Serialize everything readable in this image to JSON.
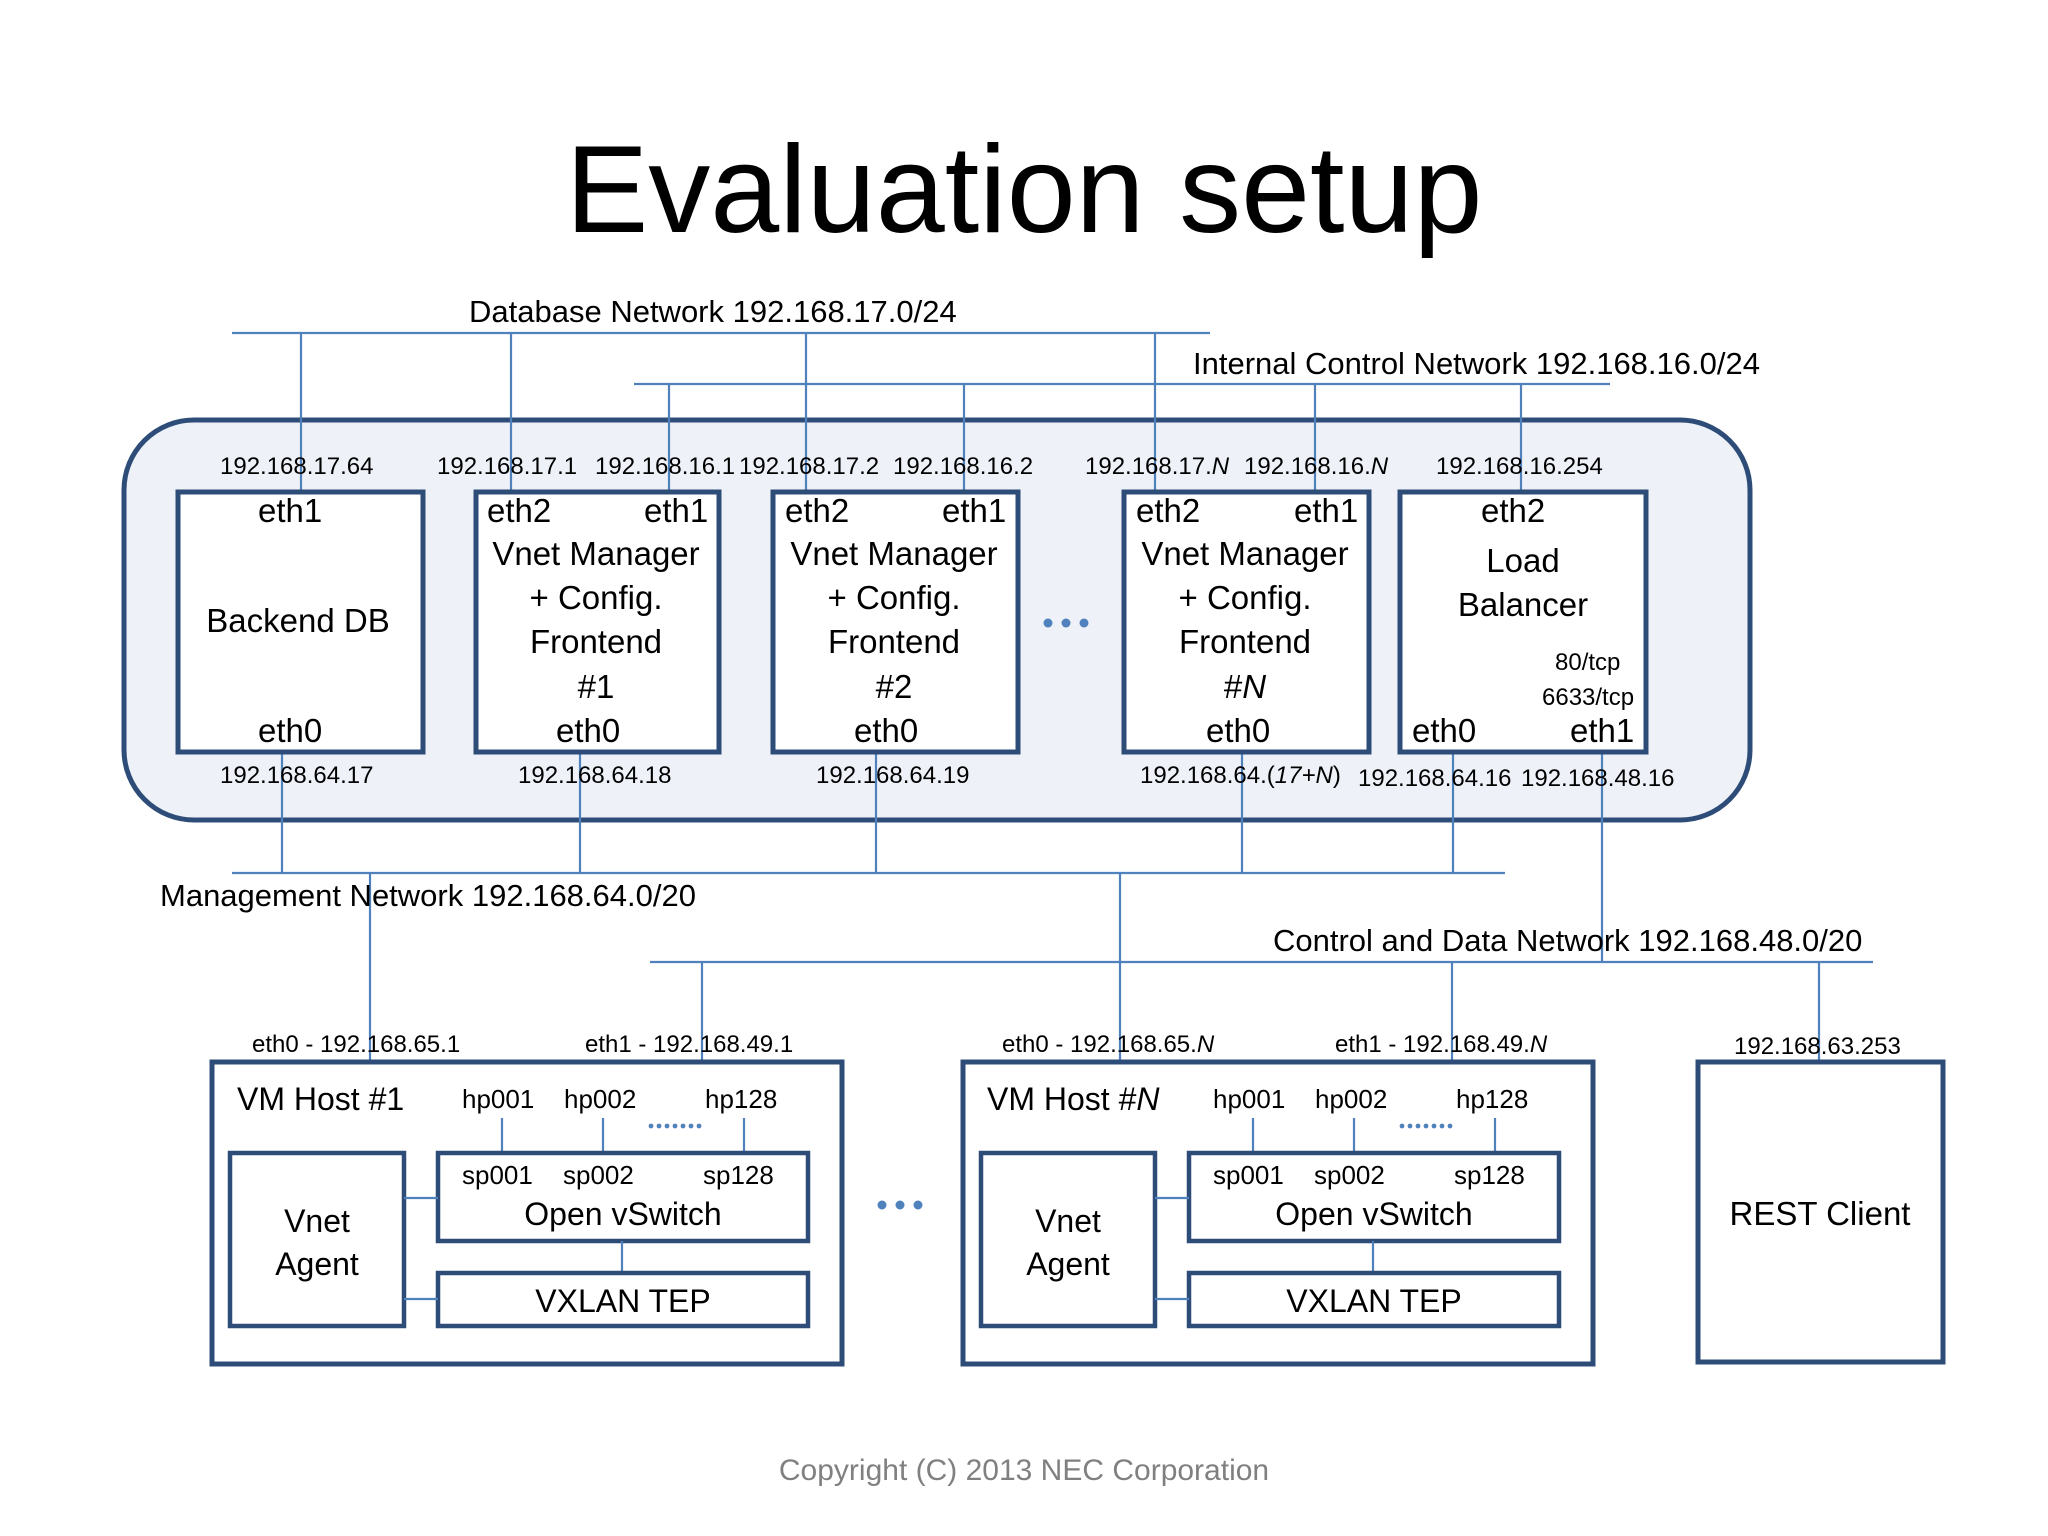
{
  "title": "Evaluation setup",
  "copyright": "Copyright (C) 2013 NEC Corporation",
  "colors": {
    "line": "#4f81bd",
    "box_border": "#2e4c78",
    "cluster_fill": "#eef2f8"
  },
  "networks": {
    "database": "Database Network 192.168.17.0/24",
    "internal_control": "Internal Control Network 192.168.16.0/24",
    "management": "Management Network 192.168.64.0/20",
    "control_data": "Control and Data Network 192.168.48.0/20"
  },
  "nodes": {
    "backend_db": {
      "label": "Backend DB",
      "eth1": "eth1",
      "eth0": "eth0",
      "ip_top": "192.168.17.64",
      "ip_bottom": "192.168.64.17"
    },
    "vnet1": {
      "eth2": "eth2",
      "eth1": "eth1",
      "line1": "Vnet Manager",
      "line2": "+ Config.",
      "line3": "Frontend",
      "line4": "#1",
      "eth0": "eth0",
      "ip_eth2": "192.168.17.1",
      "ip_eth1": "192.168.16.1",
      "ip_bottom": "192.168.64.18"
    },
    "vnet2": {
      "eth2": "eth2",
      "eth1": "eth1",
      "line1": "Vnet Manager",
      "line2": "+ Config.",
      "line3": "Frontend",
      "line4": "#2",
      "eth0": "eth0",
      "ip_eth2": "192.168.17.2",
      "ip_eth1": "192.168.16.2",
      "ip_bottom": "192.168.64.19"
    },
    "vnetN": {
      "eth2": "eth2",
      "eth1": "eth1",
      "line1": "Vnet Manager",
      "line2": "+ Config.",
      "line3": "Frontend",
      "line4_prefix": "#",
      "line4_var": "N",
      "eth0": "eth0",
      "ip_eth2_prefix": "192.168.17.",
      "ip_eth2_var": "N",
      "ip_eth1_prefix": "192.168.16.",
      "ip_eth1_var": "N",
      "ip_bottom_prefix": "192.168.64.(",
      "ip_bottom_var": "17+N",
      "ip_bottom_suffix": ")"
    },
    "load_balancer": {
      "eth2": "eth2",
      "line1": "Load",
      "line2": "Balancer",
      "port1": "80/tcp",
      "port2": "6633/tcp",
      "eth0": "eth0",
      "eth1": "eth1",
      "ip_eth2": "192.168.16.254",
      "ip_eth0": "192.168.64.16",
      "ip_eth1": "192.168.48.16"
    }
  },
  "hosts": {
    "host1": {
      "name": "VM Host #1",
      "eth0_label": "eth0 - 192.168.65.1",
      "eth1_label": "eth1 - 192.168.49.1",
      "hp1": "hp001",
      "hp2": "hp002",
      "hp3": "hp128",
      "sp1": "sp001",
      "sp2": "sp002",
      "sp3": "sp128",
      "ovs": "Open vSwitch",
      "vxlan": "VXLAN TEP",
      "agent1": "Vnet",
      "agent2": "Agent"
    },
    "hostN": {
      "name_prefix": "VM Host #",
      "name_var": "N",
      "eth0_prefix": "eth0 - 192.168.65.",
      "eth0_var": "N",
      "eth1_prefix": "eth1 - 192.168.49.",
      "eth1_var": "N",
      "hp1": "hp001",
      "hp2": "hp002",
      "hp3": "hp128",
      "sp1": "sp001",
      "sp2": "sp002",
      "sp3": "sp128",
      "ovs": "Open vSwitch",
      "vxlan": "VXLAN TEP",
      "agent1": "Vnet",
      "agent2": "Agent"
    }
  },
  "rest_client": {
    "label": "REST Client",
    "ip": "192.168.63.253"
  }
}
